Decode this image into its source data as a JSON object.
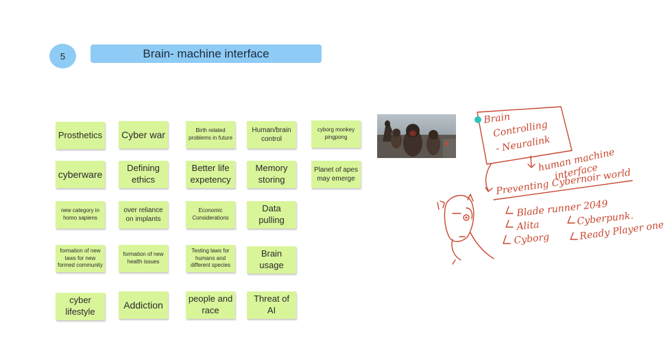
{
  "header": {
    "number": "5",
    "title": "Brain- machine interface"
  },
  "notes": {
    "c1": [
      "Prosthetics",
      "cyberware",
      "new category in homo sapiens",
      "formation of new laws for new formed community",
      "cyber lifestyle"
    ],
    "c2": [
      "Cyber war",
      "Defining ethics",
      "over reliance on implants",
      "formation of new health issues",
      "Addiction"
    ],
    "c3": [
      "Birth related problems in future",
      "Better life expetency",
      "Economic Considerations",
      "Testing laws for humans and different species",
      "people and race"
    ],
    "c4": [
      "Human/brain control",
      "Memory storing",
      "Data pulling",
      "Brain usage",
      "Threat of AI"
    ],
    "c5": [
      "cyborg monkey pingpong",
      "Planet of apes may emerge"
    ]
  },
  "sketch": {
    "line1": "Brain",
    "line2": "Controlling",
    "line3": "- Neuralink",
    "line4": "human machine",
    "line5": "interface",
    "line6": "Preventing Cybernoir world",
    "line7": "Blade runner 2049",
    "line8": "Alita",
    "line9": "Cyberpunk.",
    "line10": "Cyborg",
    "line11": "Ready Player one"
  },
  "colors": {
    "note": "#d9f59a",
    "accent": "#8ecbf5",
    "ink": "#c8472f"
  },
  "icons": [
    "ape-photo",
    "cursor-dot-icon",
    "arrow-icon",
    "robot-face-sketch-icon"
  ]
}
